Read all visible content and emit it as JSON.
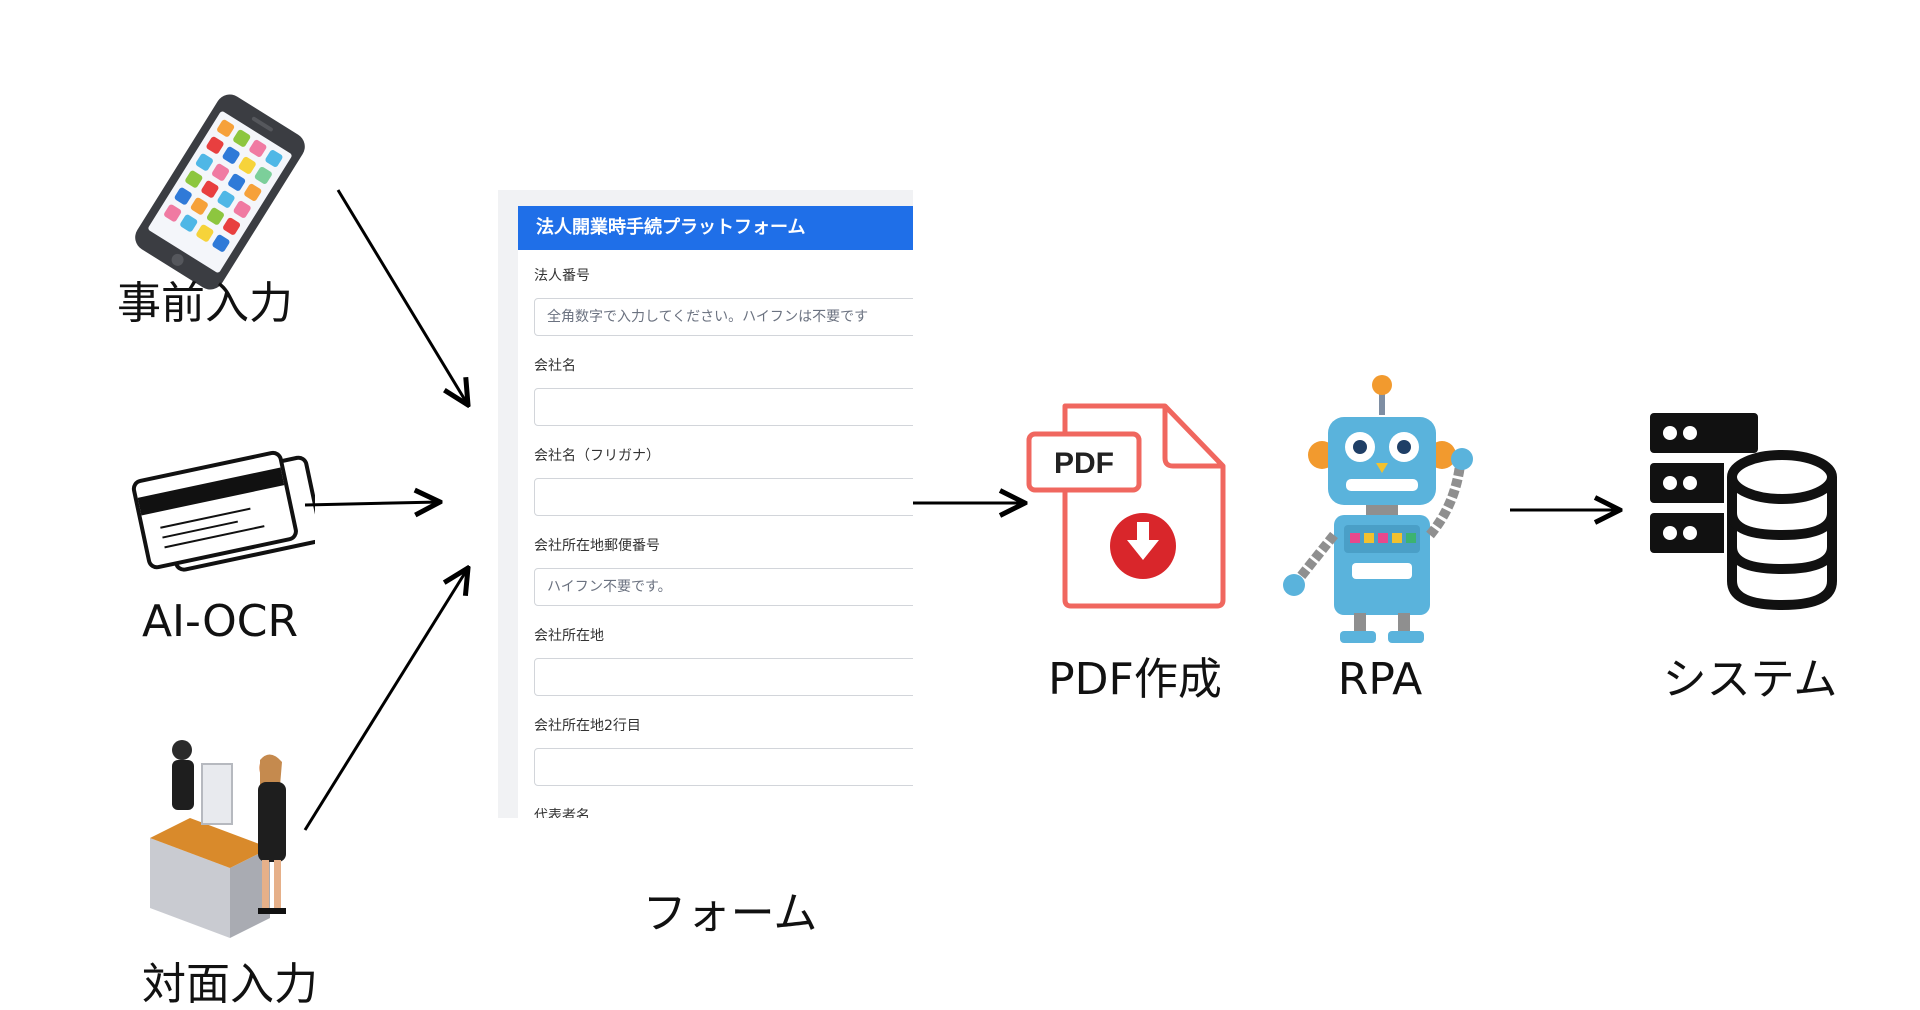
{
  "sources": [
    {
      "id": "pre",
      "label": "事前入力",
      "icon": "smartphone-icon"
    },
    {
      "id": "ocr",
      "label": "AI-OCR",
      "icon": "card-document-icon"
    },
    {
      "id": "counter",
      "label": "対面入力",
      "icon": "reception-counter-icon"
    }
  ],
  "form": {
    "caption": "フォーム",
    "header": "法人開業時手続プラットフォーム",
    "fields": [
      {
        "label": "法人番号",
        "placeholder": "全角数字で入力してください。ハイフンは不要です"
      },
      {
        "label": "会社名",
        "placeholder": ""
      },
      {
        "label": "会社名（フリガナ）",
        "placeholder": ""
      },
      {
        "label": "会社所在地郵便番号",
        "placeholder": "ハイフン不要です。"
      },
      {
        "label": "会社所在地",
        "placeholder": ""
      },
      {
        "label": "会社所在地2行目",
        "placeholder": ""
      },
      {
        "label": "代表者名",
        "placeholder": ""
      }
    ]
  },
  "pdf": {
    "label": "PDF作成",
    "badge": "PDF",
    "icon": "pdf-download-icon"
  },
  "rpa": {
    "label": "RPA",
    "icon": "robot-icon"
  },
  "system": {
    "label": "システム",
    "icon": "server-database-icon"
  },
  "colors": {
    "form_header": "#1f6fe8",
    "pdf_stroke": "#f0675f",
    "pdf_download": "#d9262b",
    "robot_body": "#5ab3dc",
    "arrow": "#000000"
  }
}
